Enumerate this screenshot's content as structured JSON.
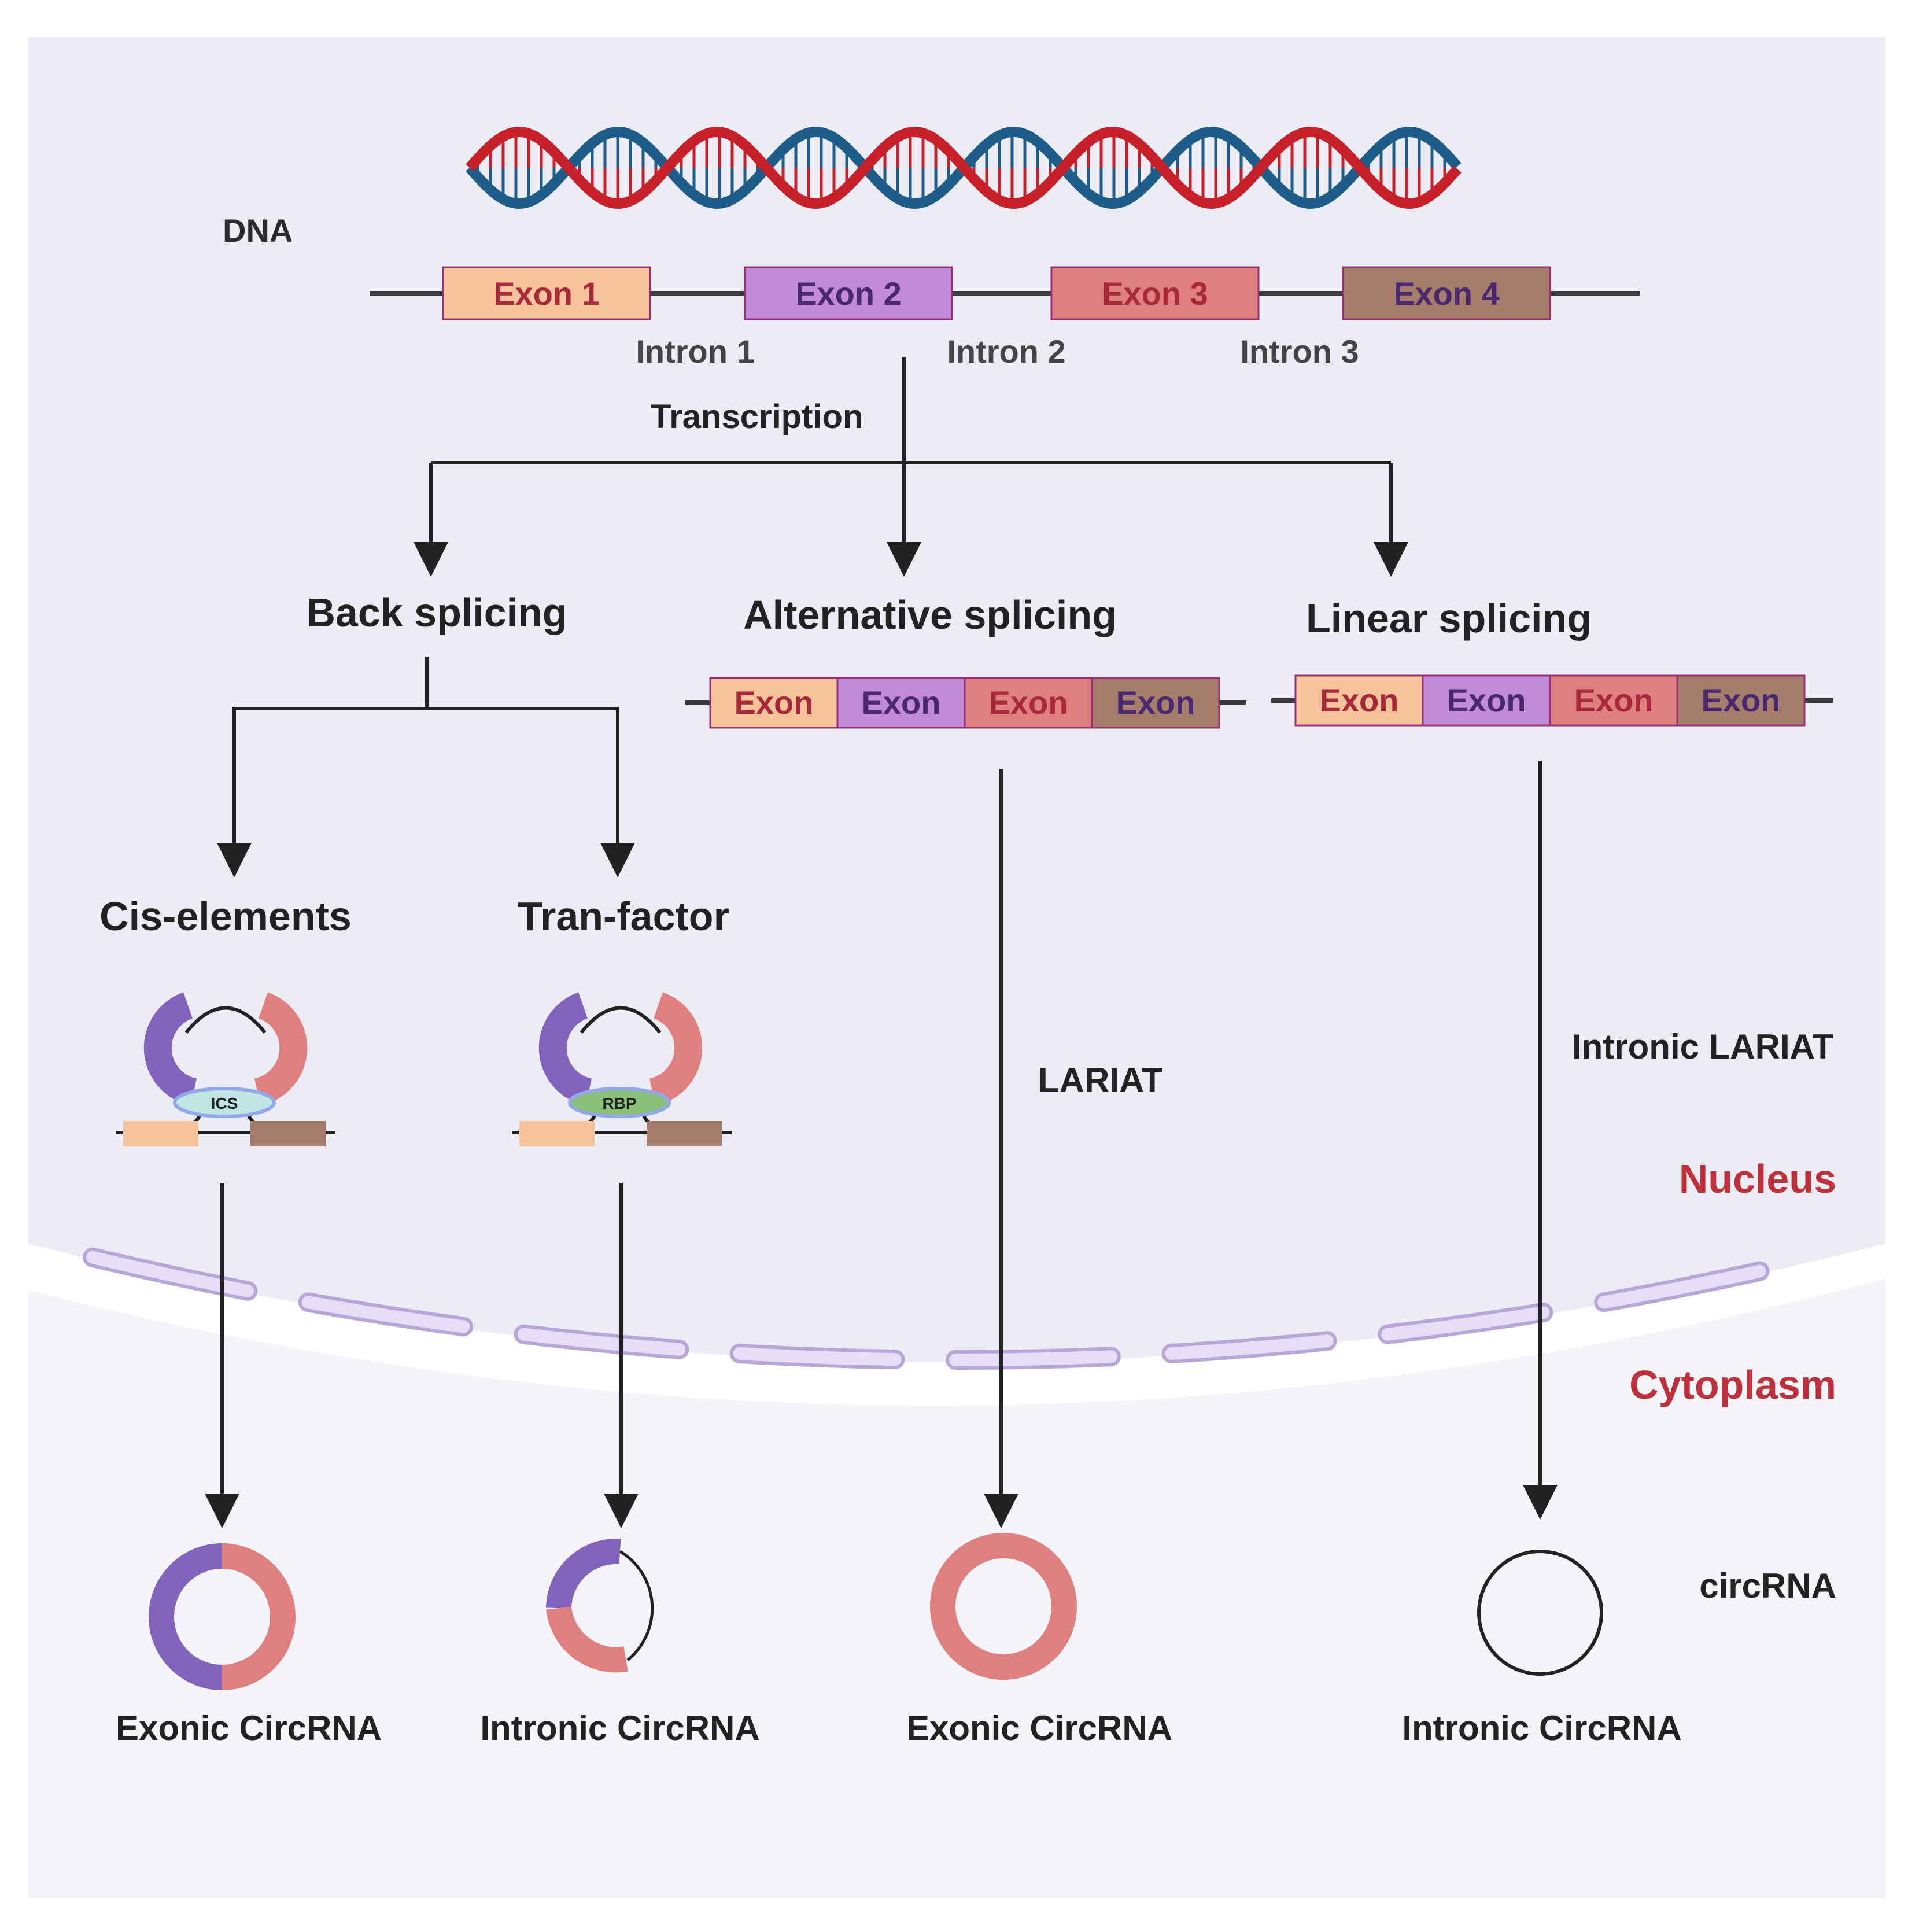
{
  "colors": {
    "nucleus_bg": "#ECECF4",
    "cytoplasm_bg": "#F4F4F9",
    "line": "#222222",
    "dna_red": "#C8202A",
    "dna_blue": "#1E5C8A",
    "exon1": "#F6C39A",
    "exon2": "#C28AD8",
    "exon3": "#E07F80",
    "exon4": "#A67C6B",
    "exon_text_red": "#A8283C",
    "exon_text_purple": "#4A2870",
    "region_label_red": "#C0303A",
    "ring_purple": "#8263BE",
    "ring_pink": "#E07F80",
    "ics_fill": "#BFE6E4",
    "rbp_fill": "#8CC07A",
    "membrane": "#E6DDF6",
    "membrane_stroke": "#B7A6D8"
  },
  "gene": {
    "dna_label": "DNA",
    "exons": [
      "Exon 1",
      "Exon 2",
      "Exon 3",
      "Exon 4"
    ],
    "introns": [
      "Intron 1",
      "Intron 2",
      "Intron 3"
    ]
  },
  "transcription_label": "Transcription",
  "pathways": {
    "back_splicing": "Back splicing",
    "alternative_splicing": "Alternative splicing",
    "linear_splicing": "Linear splicing"
  },
  "mature_exons": [
    "Exon",
    "Exon",
    "Exon",
    "Exon"
  ],
  "back_splicing_branches": {
    "cis": "Cis-elements",
    "trans": "Tran-factor",
    "ics": "ICS",
    "rbp": "RBP"
  },
  "lariat_labels": {
    "lariat": "LARIAT",
    "intronic_lariat": "Intronic LARIAT"
  },
  "regions": {
    "nucleus": "Nucleus",
    "cytoplasm": "Cytoplasm",
    "circrna": "circRNA"
  },
  "products": [
    "Exonic CircRNA",
    "Intronic CircRNA",
    "Exonic CircRNA",
    "Intronic CircRNA"
  ]
}
